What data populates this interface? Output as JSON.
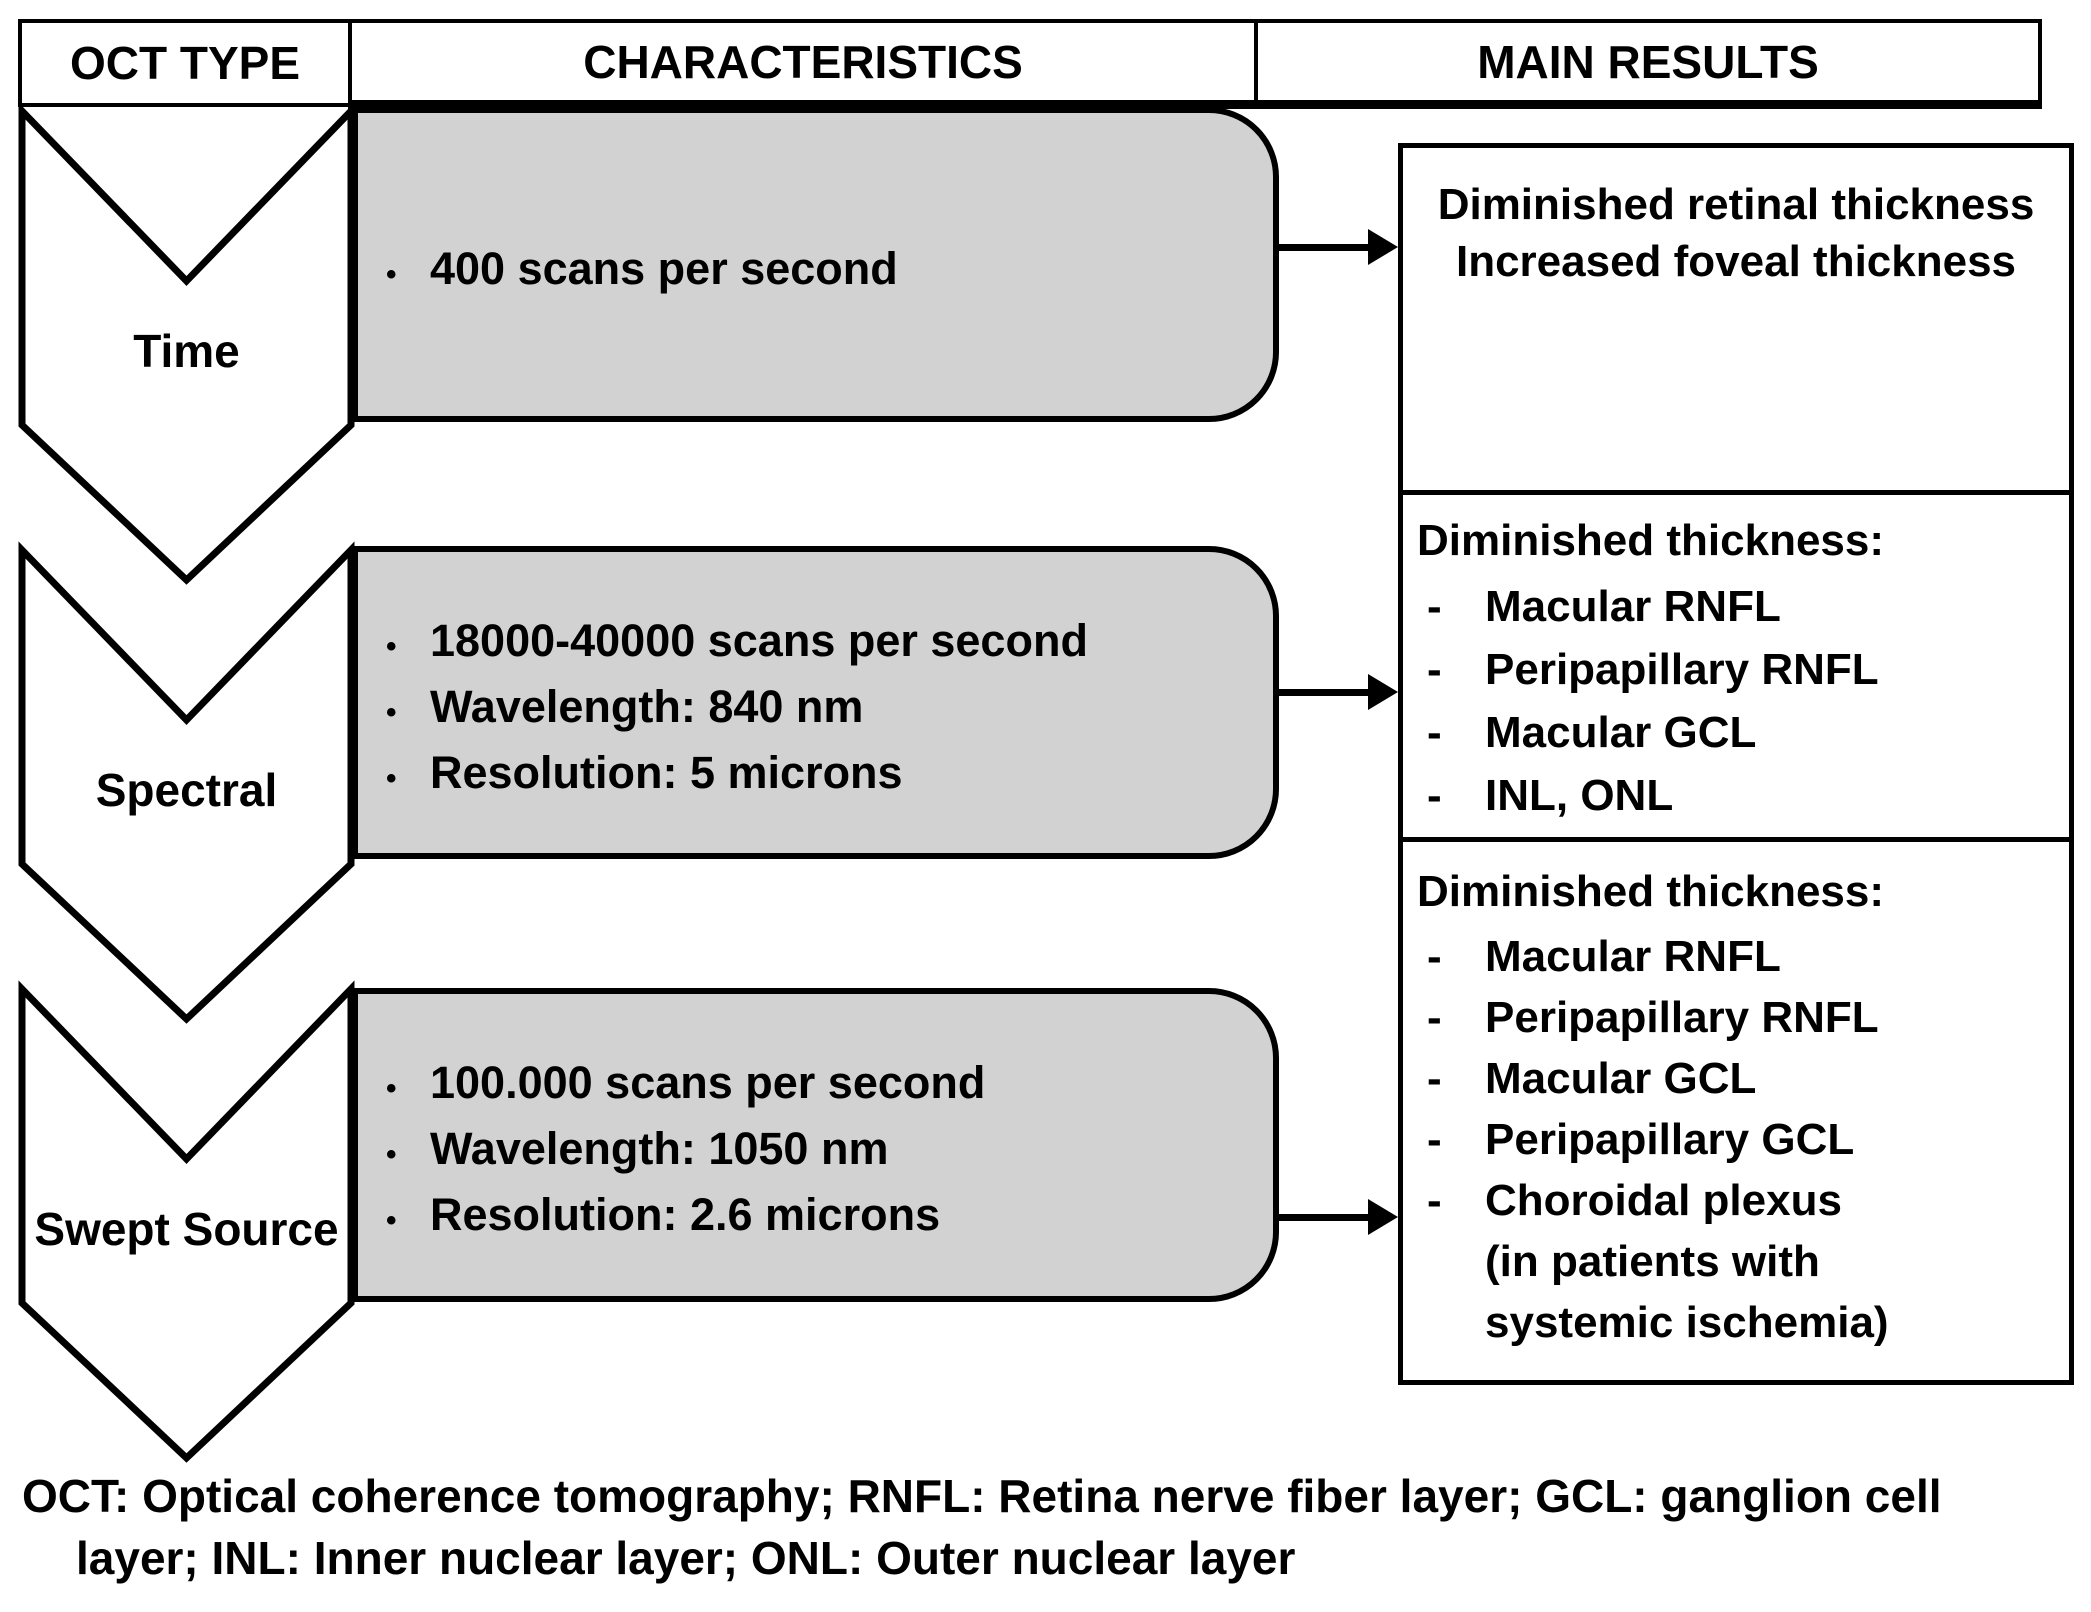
{
  "header": {
    "oct_type": "OCT TYPE",
    "characteristics": "CHARACTERISTICS",
    "main_results": "MAIN RESULTS"
  },
  "glyphs": {
    "bullet": "•",
    "dash": "-"
  },
  "colors": {
    "background": "#ffffff",
    "border": "#000000",
    "characteristics_box_fill": "#d2d2d2",
    "text": "#000000"
  },
  "rows": [
    {
      "oct_type": "Time",
      "characteristics": [
        "400 scans per second"
      ],
      "results": {
        "lines": [
          "Diminished retinal thickness",
          "Increased foveal thickness"
        ]
      }
    },
    {
      "oct_type": "Spectral",
      "characteristics": [
        "18000-40000 scans per second",
        "Wavelength: 840 nm",
        "Resolution: 5 microns"
      ],
      "results": {
        "title": "Diminished thickness:",
        "items": [
          "Macular RNFL",
          "Peripapillary RNFL",
          "Macular GCL",
          "INL, ONL"
        ]
      }
    },
    {
      "oct_type": "Swept Source",
      "characteristics": [
        "100.000 scans per second",
        "Wavelength: 1050 nm",
        "Resolution: 2.6 microns"
      ],
      "results": {
        "title": "Diminished thickness:",
        "items": [
          "Macular RNFL",
          "Peripapillary RNFL",
          "Macular GCL",
          "Peripapillary GCL",
          "Choroidal plexus"
        ],
        "notes": [
          "(in patients with",
          "systemic ischemia)"
        ]
      }
    }
  ],
  "footer": {
    "line1": "OCT: Optical coherence tomography; RNFL: Retina nerve fiber layer; GCL: ganglion cell",
    "line2": "layer; INL: Inner nuclear layer; ONL: Outer nuclear layer"
  }
}
